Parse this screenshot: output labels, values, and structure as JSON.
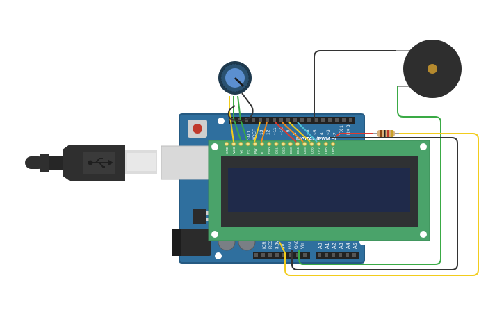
{
  "colors": {
    "board": "#2f6f9e",
    "board_edge": "#255a82",
    "lcd_pcb": "#4aa36a",
    "lcd_frame": "#2f3133",
    "lcd_screen": "#1f2a4a",
    "wire_yellow": "#f2cc1d",
    "wire_green": "#3aaa45",
    "wire_black": "#333333",
    "wire_red": "#e03a2e",
    "wire_orange": "#f08a1c",
    "wire_cyan": "#4cc3d6",
    "buzzer": "#2e2e2e",
    "buzzer_center": "#b58a2e",
    "pot_knob": "#5b8fd0"
  },
  "icons": {
    "usb_symbol": "usb-icon"
  },
  "arduino": {
    "aref_label": "AREF",
    "gnd_label": "GND",
    "digital_header_label": "DIGITAL (PWM ~)",
    "digital_pins": [
      "13",
      "12",
      "~11",
      "~10",
      "~9",
      "8",
      "7",
      "~6",
      "~5",
      "4",
      "~3",
      "2",
      "TX 1",
      "RX 0"
    ],
    "power_pins": [
      "IOREF",
      "RESET",
      "3.3V",
      "5V",
      "GND",
      "GND",
      "Vin"
    ],
    "analog_pins": [
      "A0",
      "A1",
      "A2",
      "A3",
      "A4",
      "A5"
    ]
  },
  "lcd": {
    "pin_labels": [
      "GND",
      "VCC",
      "V0",
      "RS",
      "RW",
      "E",
      "DB0",
      "DB1",
      "DB2",
      "DB3",
      "DB4",
      "DB5",
      "DB6",
      "DB7",
      "LED",
      "LED"
    ]
  }
}
